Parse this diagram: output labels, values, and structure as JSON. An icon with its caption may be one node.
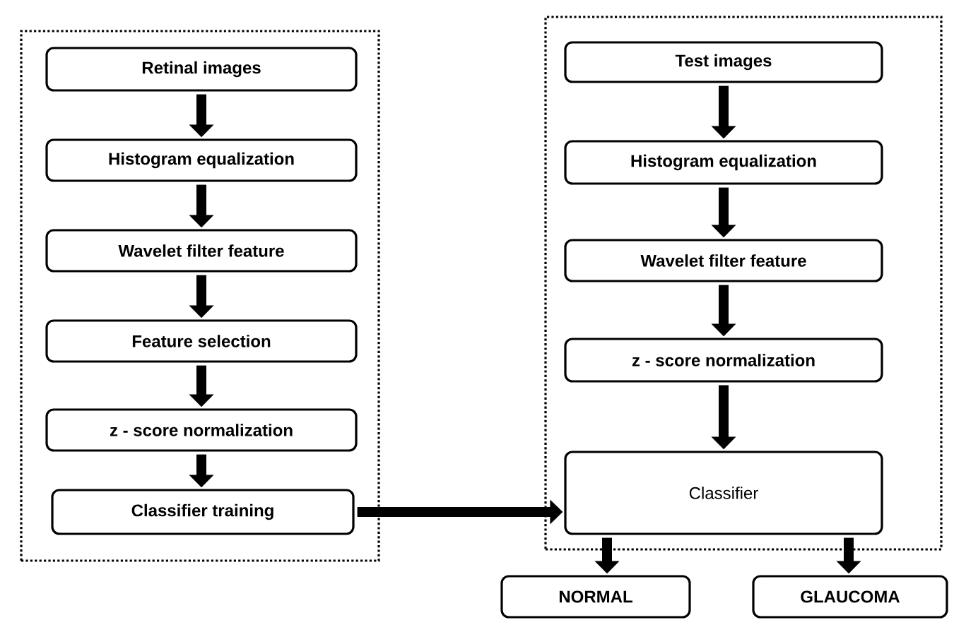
{
  "diagram": {
    "nodes": [
      {
        "text": [],
        "shape": "box"
      },
      {
        "text": [
          "Retinal images"
        ],
        "in": 0
      },
      {
        "text": [
          "Histogram equalization"
        ],
        "in": 0
      },
      {
        "text": [
          "Wavelet filter feature"
        ],
        "in": 0
      },
      {
        "text": [
          "Feature selection"
        ],
        "in": 0
      },
      {
        "text": [
          "z - score normalization"
        ],
        "in": 0
      },
      {
        "text": [
          "Classifier training"
        ],
        "in": 0
      },
      {
        "text": [],
        "shape": "box"
      },
      {
        "text": [
          "Test images"
        ],
        "in": 7
      },
      {
        "text": [
          "Histogram equalization"
        ],
        "in": 7
      },
      {
        "text": [
          "Wavelet filter feature"
        ],
        "in": 7
      },
      {
        "text": [
          "z - score normalization"
        ],
        "in": 7
      },
      {
        "text": [
          "Classifier"
        ],
        "in": 7
      },
      {
        "text": [
          "NORMAL"
        ]
      },
      {
        "text": [
          "GLAUCOMA"
        ]
      }
    ],
    "edges": [
      {
        "from": 1,
        "to": 2,
        "arrow": "to"
      },
      {
        "from": 2,
        "to": 3,
        "arrow": "to"
      },
      {
        "from": 3,
        "to": 4,
        "arrow": "to"
      },
      {
        "from": 4,
        "to": 5,
        "arrow": "to"
      },
      {
        "from": 5,
        "to": 6,
        "arrow": "to"
      },
      {
        "from": 6,
        "to": 12,
        "arrow": "to"
      },
      {
        "from": 8,
        "to": 9,
        "arrow": "to"
      },
      {
        "from": 9,
        "to": 10,
        "arrow": "to"
      },
      {
        "from": 10,
        "to": 11,
        "arrow": "to"
      },
      {
        "from": 11,
        "to": 12,
        "arrow": "to"
      },
      {
        "from": 12,
        "to": 13,
        "arrow": "to"
      },
      {
        "from": 12,
        "to": 14,
        "arrow": "to"
      }
    ]
  }
}
